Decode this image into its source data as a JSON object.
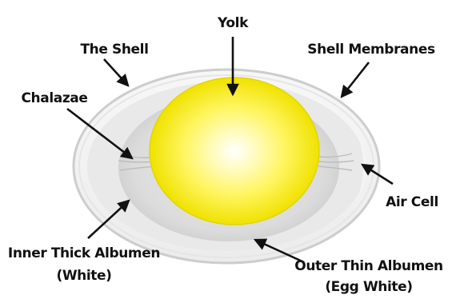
{
  "diagram": {
    "labels": {
      "yolk": "Yolk",
      "shell": "The Shell",
      "shell_membranes": "Shell Membranes",
      "chalazae": "Chalazae",
      "air_cell": "Air Cell",
      "inner_albumen_line1": "Inner Thick Albumen",
      "inner_albumen_line2": "(White)",
      "outer_albumen_line1": "Outer Thin Albumen",
      "outer_albumen_line2": "(Egg White)"
    },
    "colors": {
      "shell_outline": "#cfcfcf",
      "shell_fill": "#f3f3f3",
      "albumen_outer": "#e4e4e4",
      "albumen_inner": "#d7d7d7",
      "yolk_center": "#ffffff",
      "yolk_mid": "#fff75a",
      "yolk_edge": "#f1e400",
      "yolk_rim": "#d9cc00",
      "text": "#111111"
    }
  }
}
